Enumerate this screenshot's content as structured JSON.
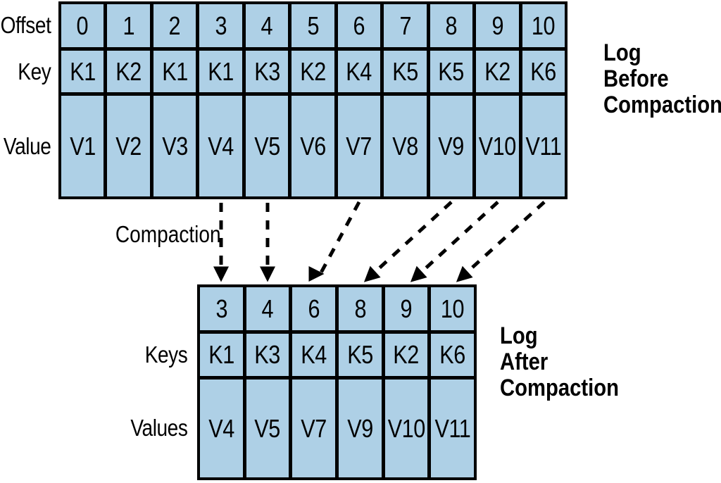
{
  "colors": {
    "cell_fill": "#aed0e6",
    "line": "#000000",
    "text": "#000000",
    "background": "#ffffff"
  },
  "log_before": {
    "title_lines": [
      "Log",
      "Before",
      "Compaction"
    ],
    "offset_label": "Offset",
    "key_label": "Key",
    "value_label": "Value",
    "offsets": [
      "0",
      "1",
      "2",
      "3",
      "4",
      "5",
      "6",
      "7",
      "8",
      "9",
      "10"
    ],
    "keys": [
      "K1",
      "K2",
      "K1",
      "K1",
      "K3",
      "K2",
      "K4",
      "K5",
      "K5",
      "K2",
      "K6"
    ],
    "values": [
      "V1",
      "V2",
      "V3",
      "V4",
      "V5",
      "V6",
      "V7",
      "V8",
      "V9",
      "V10",
      "V11"
    ]
  },
  "compaction": {
    "label": "Compaction",
    "arrow_mappings": [
      {
        "from_offset": "3",
        "to_offset": "3"
      },
      {
        "from_offset": "4",
        "to_offset": "4"
      },
      {
        "from_offset": "6",
        "to_offset": "6"
      },
      {
        "from_offset": "8",
        "to_offset": "8"
      },
      {
        "from_offset": "9",
        "to_offset": "9"
      },
      {
        "from_offset": "10",
        "to_offset": "10"
      }
    ]
  },
  "log_after": {
    "title_lines": [
      "Log",
      "After",
      "Compaction"
    ],
    "keys_label": "Keys",
    "values_label": "Values",
    "offsets": [
      "3",
      "4",
      "6",
      "8",
      "9",
      "10"
    ],
    "keys": [
      "K1",
      "K3",
      "K4",
      "K5",
      "K2",
      "K6"
    ],
    "values": [
      "V4",
      "V5",
      "V7",
      "V9",
      "V10",
      "V11"
    ]
  }
}
